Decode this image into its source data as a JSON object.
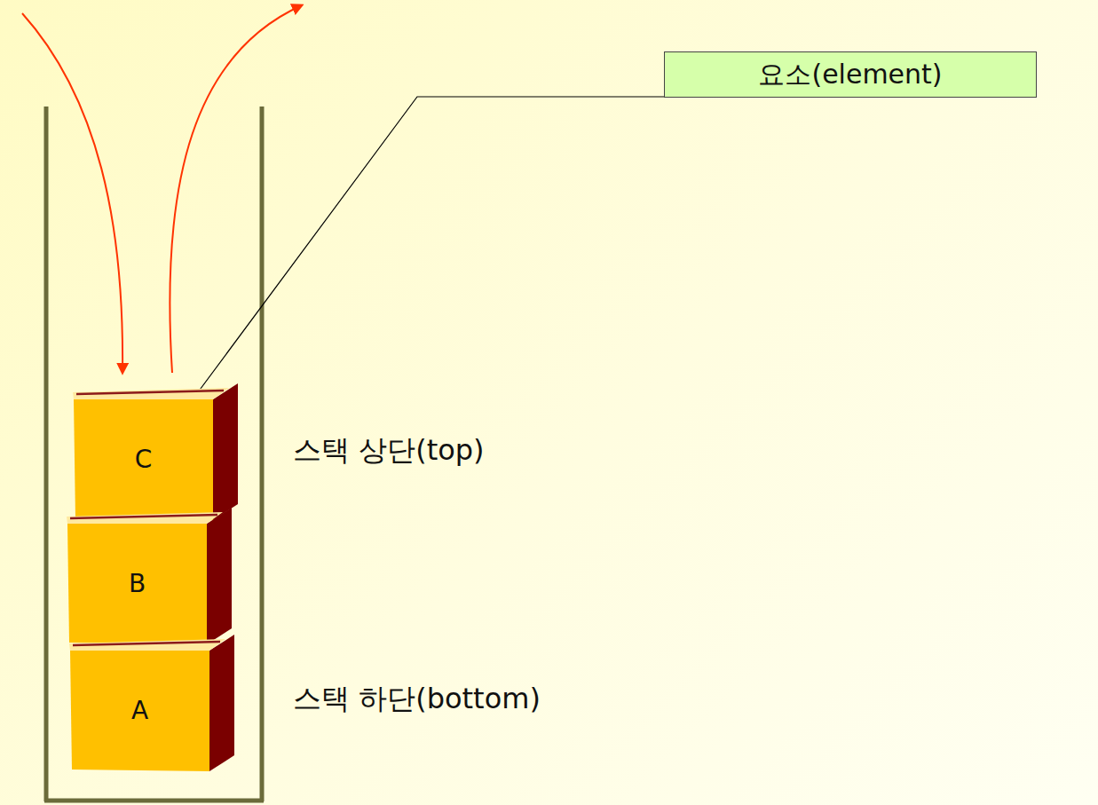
{
  "diagram": {
    "nodes": [
      {
        "text": [
          "요소(element)"
        ]
      },
      {
        "text": [
          "C"
        ]
      },
      {
        "text": [
          "B"
        ]
      },
      {
        "text": [
          "A"
        ]
      }
    ],
    "edges": [
      {
        "from": 0,
        "to": 1,
        "arrow": "none"
      }
    ],
    "labels": [
      "스택 상단(top)",
      "스택 하단(bottom)"
    ]
  }
}
